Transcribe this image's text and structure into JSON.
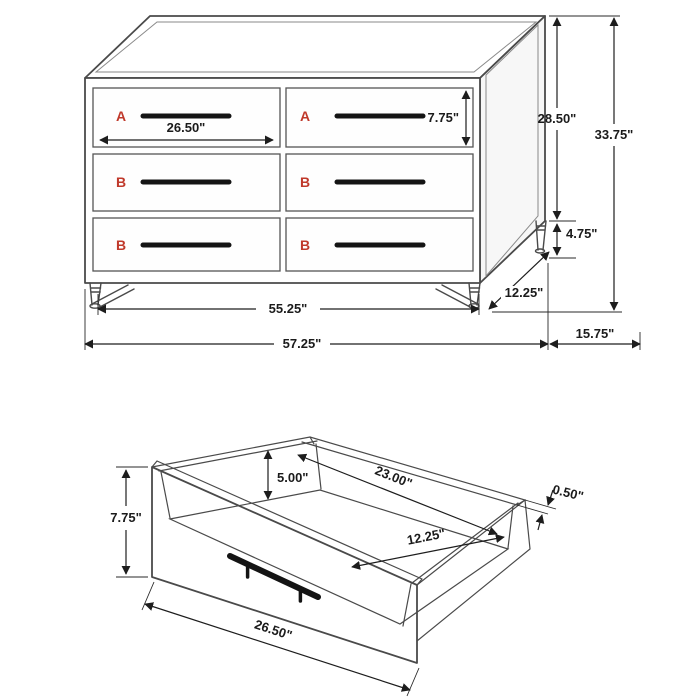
{
  "diagram_title": "Dresser dimension diagram",
  "colors": {
    "line": "#4a4a4a",
    "dimension_text": "#1b1b1b",
    "drawer_label": "#c0392b",
    "handle": "#141414",
    "background": "#ffffff"
  },
  "dresser": {
    "labels": [
      "A",
      "A",
      "B",
      "B",
      "B",
      "B"
    ],
    "dims": {
      "drawer_width": "26.50\"",
      "drawer_height": "7.75\"",
      "case_height": "28.50\"",
      "overall_height": "33.75\"",
      "leg_height": "4.75\"",
      "case_width": "55.25\"",
      "base_depth": "12.25\"",
      "overall_width": "57.25\"",
      "overall_depth": "15.75\""
    }
  },
  "drawer_detail": {
    "dims": {
      "front_height": "7.75\"",
      "inner_height": "5.00\"",
      "inner_width": "23.00\"",
      "inner_depth": "12.25\"",
      "side_thickness": "0.50\"",
      "front_width": "26.50\""
    }
  }
}
